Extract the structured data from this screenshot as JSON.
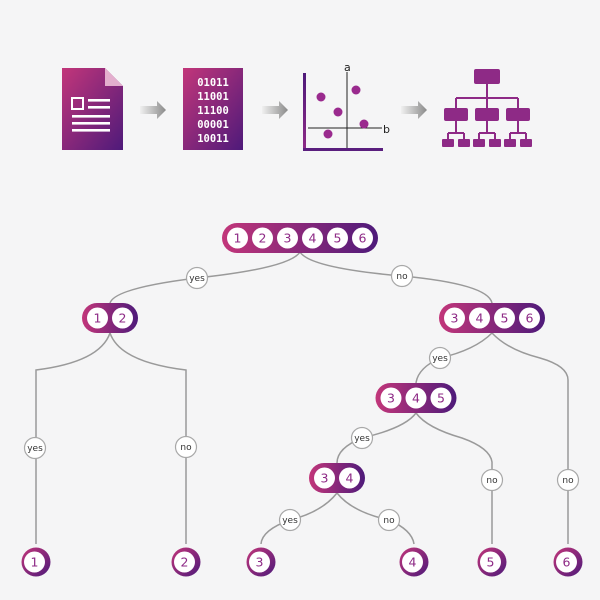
{
  "colors": {
    "gradient_start": "#c2367a",
    "gradient_end": "#4e1a7a",
    "primary_purple": "#8e2a86",
    "connector_gray": "#9a9a9a",
    "arrow_gray": "#8c8c8c",
    "background": "#f5f5f6"
  },
  "pipeline": {
    "steps": [
      {
        "name": "document",
        "icon": "document-icon"
      },
      {
        "name": "binary-data",
        "icon": "binary-data-icon",
        "lines": [
          "01011",
          "11001",
          "11100",
          "00001",
          "10011"
        ]
      },
      {
        "name": "scatter-plot",
        "icon": "scatter-plot-icon",
        "axis_a": "a",
        "axis_b": "b"
      },
      {
        "name": "hierarchy",
        "icon": "hierarchy-icon"
      }
    ]
  },
  "tree": {
    "root": [
      "1",
      "2",
      "3",
      "4",
      "5",
      "6"
    ],
    "root_yes": "yes",
    "root_no": "no",
    "left": [
      "1",
      "2"
    ],
    "left_yes": "yes",
    "left_no": "no",
    "right": [
      "3",
      "4",
      "5",
      "6"
    ],
    "right_yes": "yes",
    "right_no": "no",
    "mid": [
      "3",
      "4",
      "5"
    ],
    "mid_yes": "yes",
    "mid_no": "no",
    "small": [
      "3",
      "4"
    ],
    "small_yes": "yes",
    "small_no": "no",
    "leaves": [
      "1",
      "2",
      "3",
      "4",
      "5",
      "6"
    ]
  }
}
